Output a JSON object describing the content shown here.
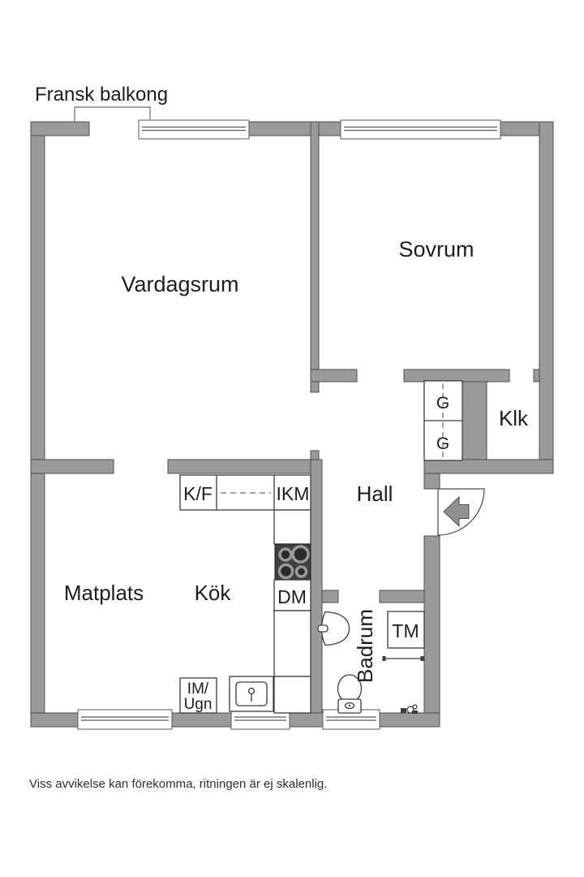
{
  "annotations": {
    "balcony_note": "Fransk balkong"
  },
  "rooms": {
    "vardagsrum": "Vardagsrum",
    "sovrum": "Sovrum",
    "hall": "Hall",
    "klk": "Klk",
    "matplats": "Matplats",
    "kok": "Kök",
    "badrum": "Badrum"
  },
  "fixtures": {
    "kf": "K/F",
    "ikm": "IKM",
    "dm": "DM",
    "tm": "TM",
    "g_upper": "G",
    "g_lower": "G",
    "im": "IM/",
    "ugn": "Ugn"
  },
  "footer": {
    "disclaimer": "Viss avvikelse kan förekomma, ritningen är ej skalenlig."
  },
  "colors": {
    "background": "#ffffff",
    "wall_fill": "#9a9a9a",
    "wall_outline": "#4e4e4e",
    "fixture_line": "#3c3c3c",
    "stove_fill": "#3f3f3f",
    "arrow_fill": "#909090",
    "text": "#1d1d1d"
  }
}
